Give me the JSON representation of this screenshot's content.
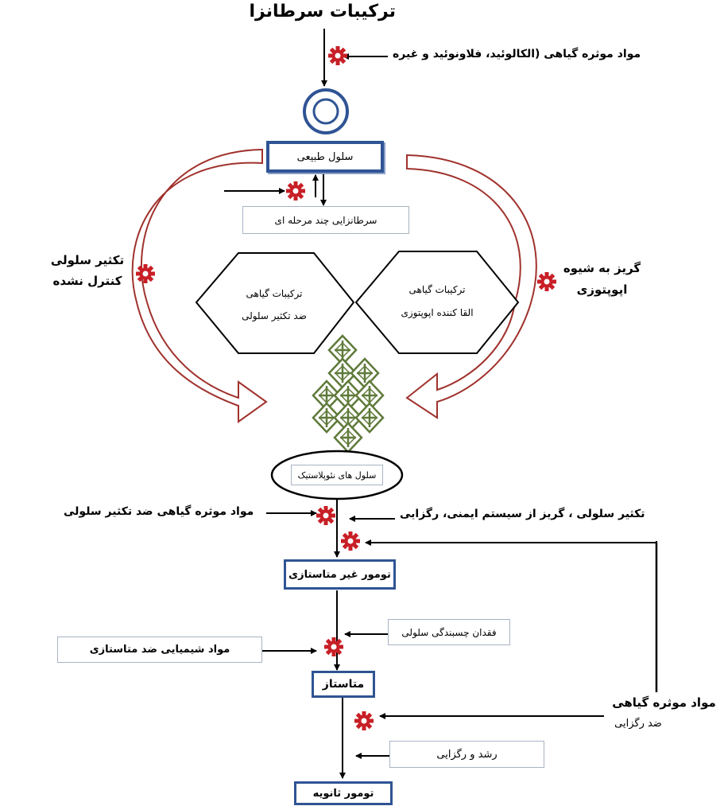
{
  "colors": {
    "curve_stroke": "#a0322d",
    "gear_fill": "#c81f26",
    "leaf_stroke": "#5f7a3a",
    "box_blue": "#2f5494",
    "box_gray": "#a8b4c4"
  },
  "icons": {
    "gear": "gear-icon",
    "leaf": "plant-compound-icon",
    "cell": "cell-icon"
  },
  "labels": {
    "carcinogens": "ترکیبات سرطانزا",
    "plant_active_alkaloids": "مواد موثره گیاهی (الکالوئید، فلاونوئید و غیره",
    "normal_cell": "سلول طبیعی",
    "multistage_carcinogenesis": "سرطانزایی چند مرحله ای",
    "uncontrolled_proliferation_1": "تکثیر سلولی",
    "uncontrolled_proliferation_2": "کنترل نشده",
    "apoptosis_escape_1": "گریز به شیوه",
    "apoptosis_escape_2": "اپوپتوزی",
    "antiproliferative_1": "ترکیبات گیاهی",
    "antiproliferative_2": "ضد تکثیر سلولی",
    "apoptosis_inducer_1": "ترکیبات گیاهی",
    "apoptosis_inducer_2": "القا کننده اپوپتوزی",
    "neoplastic_cells": "سلول های نئوپلاستیک",
    "plant_antiproliferative": "مواد موثره گیاهی ضد تکثیر سلولی",
    "proliferation_escape": "تکثیر سلولی ، گریز از سیستم ایمنی، رگزایی",
    "non_metastatic_tumor": "تومور غیر متاستازی",
    "loss_adhesion": "فقدان چسبندگی سلولی",
    "chemical_antimetastatic": "مواد شیمیایی ضد متاستازی",
    "metastasis": "متاستاز",
    "plant_antiangiogenic_1": "مواد موثره گیاهی",
    "plant_antiangiogenic_2": "ضد رگزایی",
    "growth_angiogenesis": "رشد و رگزایی",
    "secondary_tumor": "تومور ثانویه"
  }
}
